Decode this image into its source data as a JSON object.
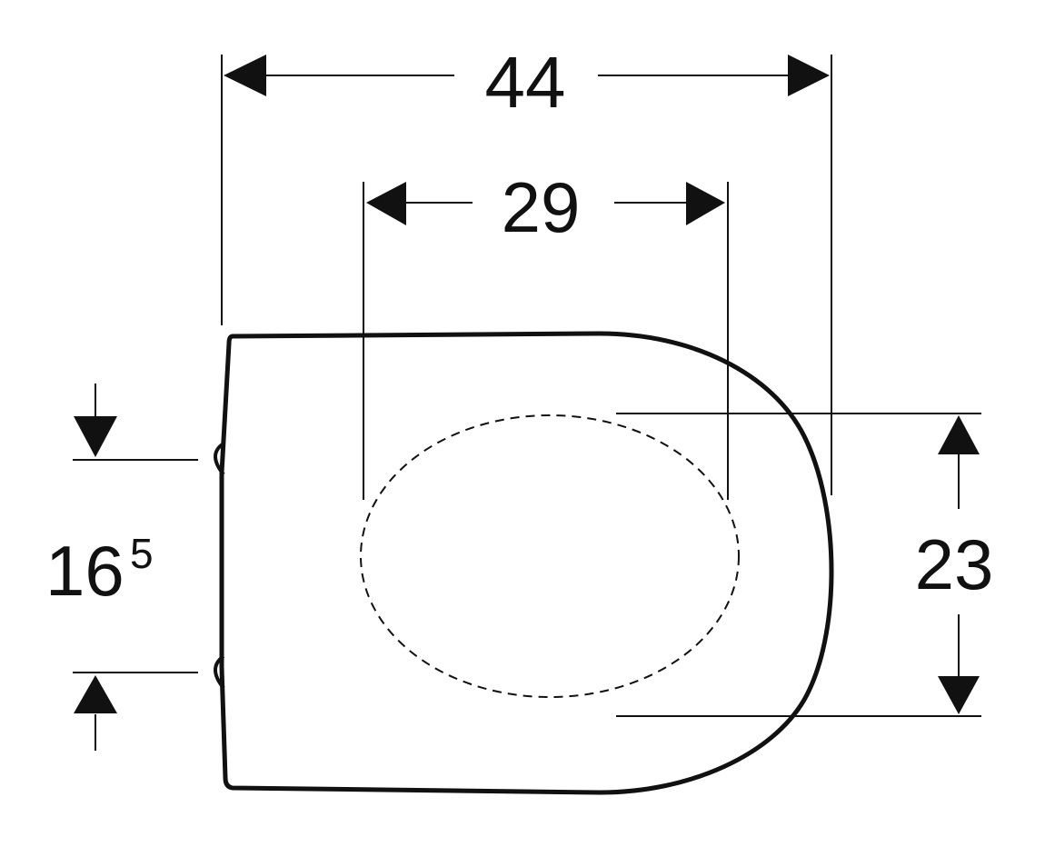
{
  "drawing": {
    "subject": "toilet seat top view",
    "colors": {
      "line": "#111111",
      "background": "#ffffff"
    }
  },
  "dimensions": {
    "overall_width": {
      "value": "44"
    },
    "opening_width": {
      "value": "29"
    },
    "opening_length": {
      "value": "23"
    },
    "hinge_spacing": {
      "value": "16",
      "superscript": "5"
    }
  }
}
